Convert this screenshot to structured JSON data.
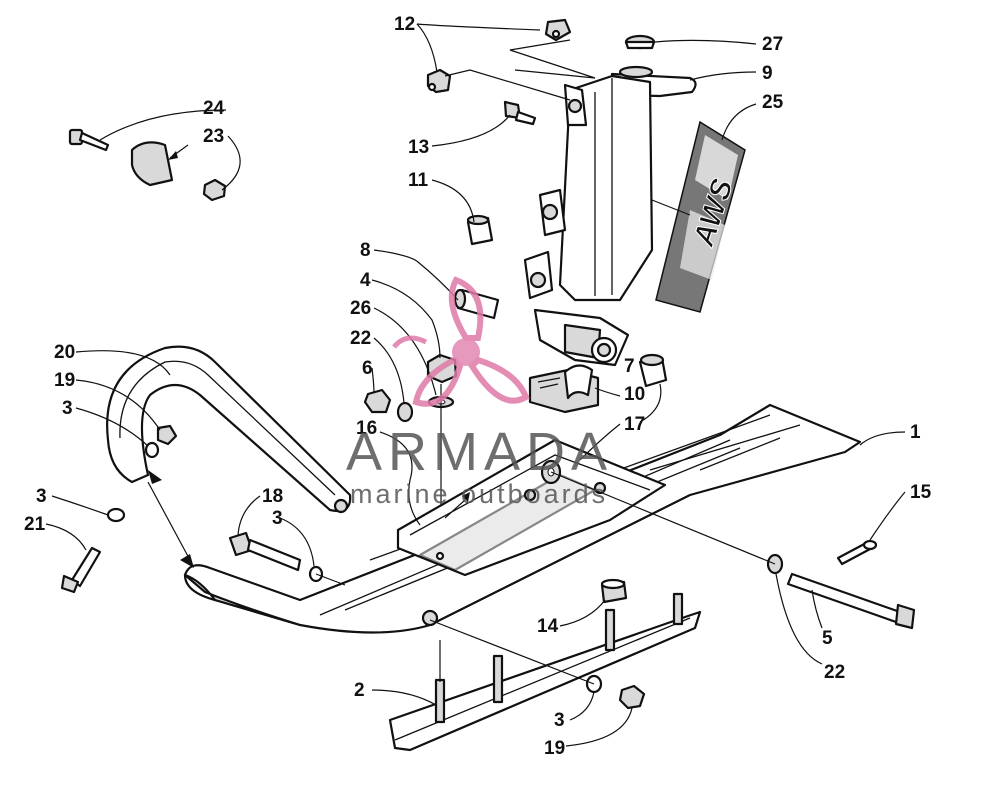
{
  "watermark": {
    "brand": "ARMADA",
    "tagline": "marine outboards",
    "accent_color": "#e07aa8",
    "text_color": "#555555",
    "icon": "propeller-logo"
  },
  "decal_text": "AWS",
  "callouts": [
    {
      "id": "c12",
      "label": "12"
    },
    {
      "id": "c27",
      "label": "27"
    },
    {
      "id": "c9",
      "label": "9"
    },
    {
      "id": "c25",
      "label": "25"
    },
    {
      "id": "c24",
      "label": "24"
    },
    {
      "id": "c23",
      "label": "23"
    },
    {
      "id": "c13",
      "label": "13"
    },
    {
      "id": "c11",
      "label": "11"
    },
    {
      "id": "c8",
      "label": "8"
    },
    {
      "id": "c4",
      "label": "4"
    },
    {
      "id": "c26",
      "label": "26"
    },
    {
      "id": "c22a",
      "label": "22"
    },
    {
      "id": "c6",
      "label": "6"
    },
    {
      "id": "c7",
      "label": "7"
    },
    {
      "id": "c10",
      "label": "10"
    },
    {
      "id": "c20",
      "label": "20"
    },
    {
      "id": "c19a",
      "label": "19"
    },
    {
      "id": "c3a",
      "label": "3"
    },
    {
      "id": "c16",
      "label": "16"
    },
    {
      "id": "c17",
      "label": "17"
    },
    {
      "id": "c1",
      "label": "1"
    },
    {
      "id": "c3b",
      "label": "3"
    },
    {
      "id": "c21",
      "label": "21"
    },
    {
      "id": "c18",
      "label": "18"
    },
    {
      "id": "c3c",
      "label": "3"
    },
    {
      "id": "c15",
      "label": "15"
    },
    {
      "id": "c14",
      "label": "14"
    },
    {
      "id": "c5",
      "label": "5"
    },
    {
      "id": "c22b",
      "label": "22"
    },
    {
      "id": "c2",
      "label": "2"
    },
    {
      "id": "c3d",
      "label": "3"
    },
    {
      "id": "c19b",
      "label": "19"
    }
  ]
}
